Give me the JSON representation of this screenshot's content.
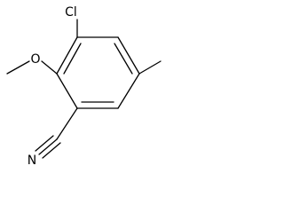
{
  "molecule": {
    "atoms": {
      "chlorine": "Cl",
      "oxygen": "O",
      "nitrogen": "N"
    }
  },
  "colors": {
    "bond": "#000000",
    "background": "#ffffff"
  }
}
